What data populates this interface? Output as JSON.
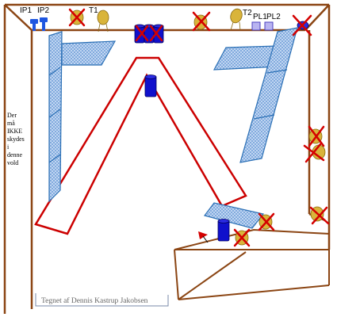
{
  "labels": {
    "ip1": "IP1",
    "ip2": "IP2",
    "t1": "T1",
    "t2": "T2",
    "pl1": "PL1",
    "pl2": "PL2"
  },
  "note": {
    "lines": [
      "Der",
      "må",
      "IKKE",
      "skydes",
      "i",
      "denne",
      "vold"
    ]
  },
  "credit": "Tegnet af Dennis Kastrup Jakobsen",
  "colors": {
    "wall": "#8B4513",
    "path": "#cc0000",
    "panel_fill": "#c9dcf5",
    "panel_stroke": "#2a6fb5",
    "barrel": "#1010cc",
    "target": "#d9b43a",
    "cross": "#d40000"
  }
}
